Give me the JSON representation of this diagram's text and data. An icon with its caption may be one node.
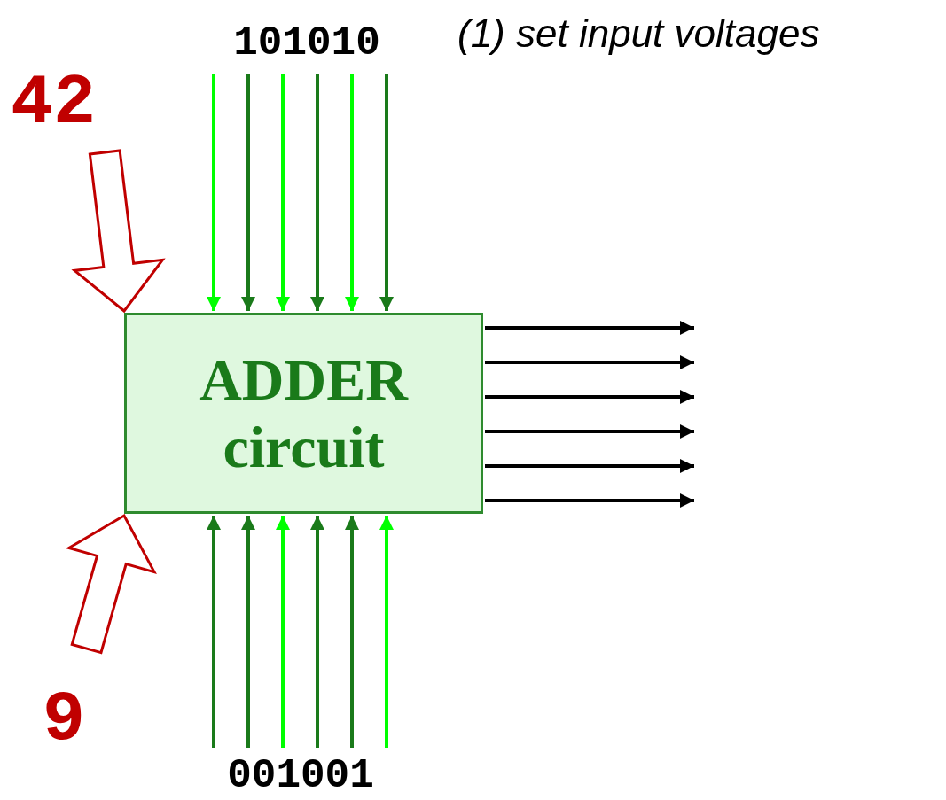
{
  "diagram": {
    "nodes": [
      {
        "text": [
          "42"
        ]
      },
      {
        "text": [
          "101010"
        ]
      },
      {
        "text": [
          "ADDER circuit"
        ]
      },
      {
        "text": [
          "9"
        ]
      },
      {
        "text": [
          "001001"
        ]
      }
    ],
    "edges": [
      {
        "from": 0,
        "to": 2,
        "arrow": "to",
        "style": "thick",
        "color": "#c00000"
      },
      {
        "from": 3,
        "to": 2,
        "arrow": "to",
        "style": "thick",
        "color": "#c00000"
      },
      {
        "from": 1,
        "to": 2,
        "arrow": "to",
        "color": "#00ff00"
      },
      {
        "from": 1,
        "to": 2,
        "arrow": "to",
        "color": "#1a7a1a"
      },
      {
        "from": 1,
        "to": 2,
        "arrow": "to",
        "color": "#00ff00"
      },
      {
        "from": 1,
        "to": 2,
        "arrow": "to",
        "color": "#1a7a1a"
      },
      {
        "from": 1,
        "to": 2,
        "arrow": "to",
        "color": "#00ff00"
      },
      {
        "from": 1,
        "to": 2,
        "arrow": "to",
        "color": "#1a7a1a"
      },
      {
        "from": 4,
        "to": 2,
        "arrow": "to",
        "color": "#1a7a1a"
      },
      {
        "from": 4,
        "to": 2,
        "arrow": "to",
        "color": "#1a7a1a"
      },
      {
        "from": 4,
        "to": 2,
        "arrow": "to",
        "color": "#00ff00"
      },
      {
        "from": 4,
        "to": 2,
        "arrow": "to",
        "color": "#1a7a1a"
      },
      {
        "from": 4,
        "to": 2,
        "arrow": "to",
        "color": "#1a7a1a"
      },
      {
        "from": 4,
        "to": 2,
        "arrow": "to",
        "color": "#00ff00"
      },
      {
        "from": 2,
        "to": null,
        "arrow": "to",
        "color": "#000000"
      },
      {
        "from": 2,
        "to": null,
        "arrow": "to",
        "color": "#000000"
      },
      {
        "from": 2,
        "to": null,
        "arrow": "to",
        "color": "#000000"
      },
      {
        "from": 2,
        "to": null,
        "arrow": "to",
        "color": "#000000"
      },
      {
        "from": 2,
        "to": null,
        "arrow": "to",
        "color": "#000000"
      },
      {
        "from": 2,
        "to": null,
        "arrow": "to",
        "color": "#000000"
      }
    ],
    "labels": [
      "(1) set input voltages"
    ]
  }
}
